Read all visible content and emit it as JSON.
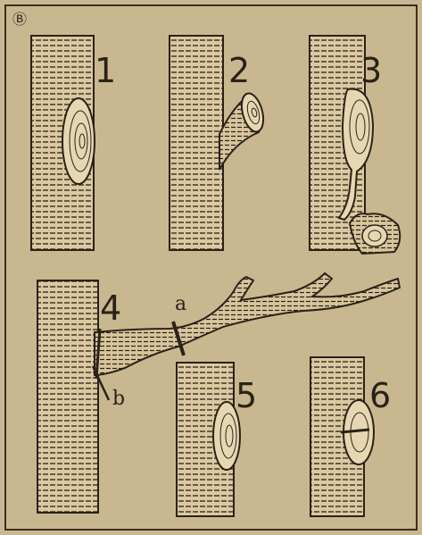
{
  "figure": {
    "corner_mark": "Ⓑ",
    "labels": {
      "n1": "1",
      "n2": "2",
      "n3": "3",
      "n4": "4",
      "n5": "5",
      "n6": "6",
      "a": "a",
      "b": "b"
    },
    "colors": {
      "paper": "#c9b88f",
      "wood": "#dcc9a1",
      "ink": "#2a2218",
      "border": "#3a2e20"
    }
  }
}
